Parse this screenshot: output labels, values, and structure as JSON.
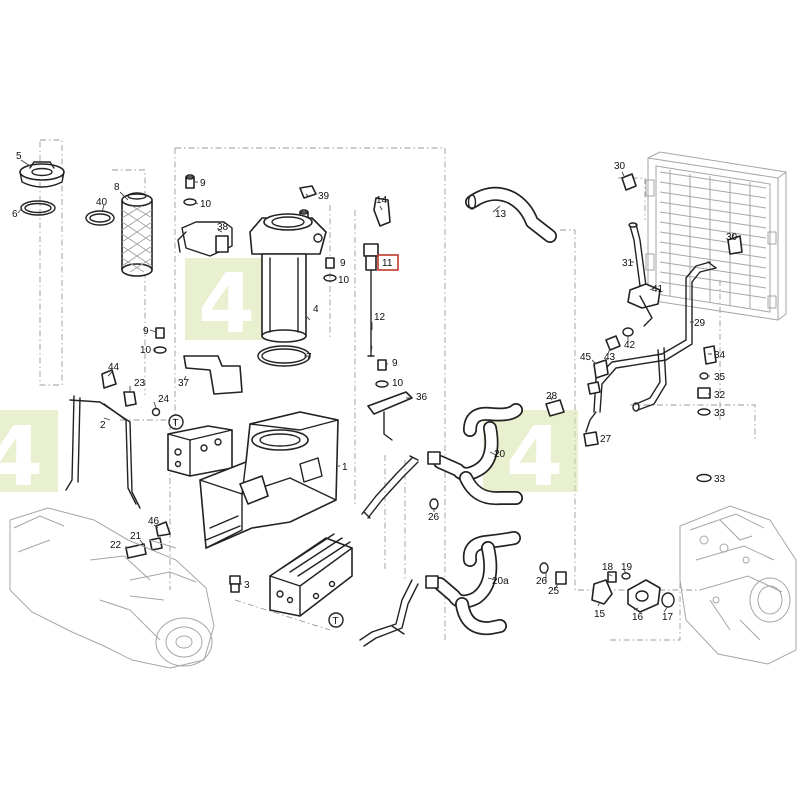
{
  "watermark": {
    "text": "4",
    "color": "#d6e4a8"
  },
  "highlight": {
    "label": "11",
    "color": "#c0392b"
  },
  "callouts": {
    "c1": "1",
    "c2": "2",
    "c3": "3",
    "c4": "4",
    "c5": "5",
    "c6": "6",
    "c7": "7",
    "c8": "8",
    "c9a": "9",
    "c9b": "9",
    "c9c": "9",
    "c10a": "10",
    "c10b": "10",
    "c10c": "10",
    "c10d": "10",
    "c12": "12",
    "c13": "13",
    "c14": "14",
    "c15": "15",
    "c16": "16",
    "c17": "17",
    "c18": "18",
    "c19": "19",
    "c20": "20",
    "c20a": "20a",
    "c21": "21",
    "c22": "22",
    "c23": "23",
    "c24": "24",
    "c25": "25",
    "c26a": "26",
    "c26b": "26",
    "c27": "27",
    "c28": "28",
    "c29": "29",
    "c30a": "30",
    "c30b": "30",
    "c31": "31",
    "c32": "32",
    "c33a": "33",
    "c33b": "33",
    "c34": "34",
    "c35": "35",
    "c36": "36",
    "c37": "37",
    "c38": "38",
    "c39": "39",
    "c40": "40",
    "c41": "41",
    "c42": "42",
    "c43": "43",
    "c44": "44",
    "c45": "45",
    "c46": "46",
    "tA": "T",
    "tB": "T"
  }
}
